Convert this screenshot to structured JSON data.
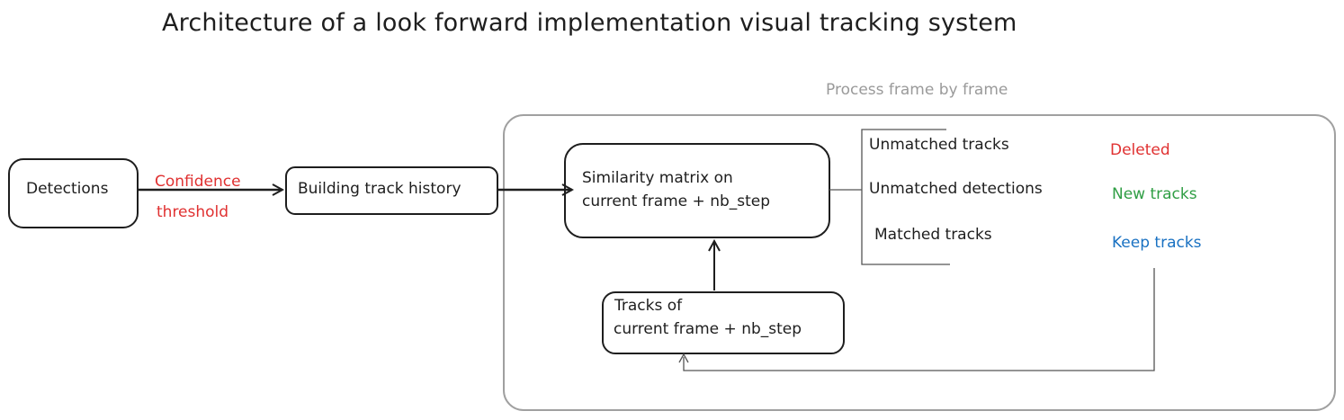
{
  "title": "Architecture of a look forward implementation visual tracking system",
  "group_label": "Process frame by frame",
  "nodes": {
    "detections": "Detections",
    "building_history": "Building track history",
    "similarity_line1": "Similarity matrix on",
    "similarity_line2": "current frame + nb_step",
    "tracks_line1": "Tracks of",
    "tracks_line2": "current frame + nb_step"
  },
  "edge_labels": {
    "confidence_line1": "Confidence",
    "confidence_line2": "threshold"
  },
  "outcomes": [
    {
      "case": "Unmatched tracks",
      "action": "Deleted",
      "action_color": "#e03131"
    },
    {
      "case": "Unmatched detections",
      "action": "New tracks",
      "action_color": "#2f9e44"
    },
    {
      "case": "Matched tracks",
      "action": "Keep tracks",
      "action_color": "#1971c2"
    }
  ],
  "colors": {
    "stroke": "#1e1e1e",
    "group_stroke": "#a0a0a0",
    "group_label": "#9a9a9a"
  }
}
